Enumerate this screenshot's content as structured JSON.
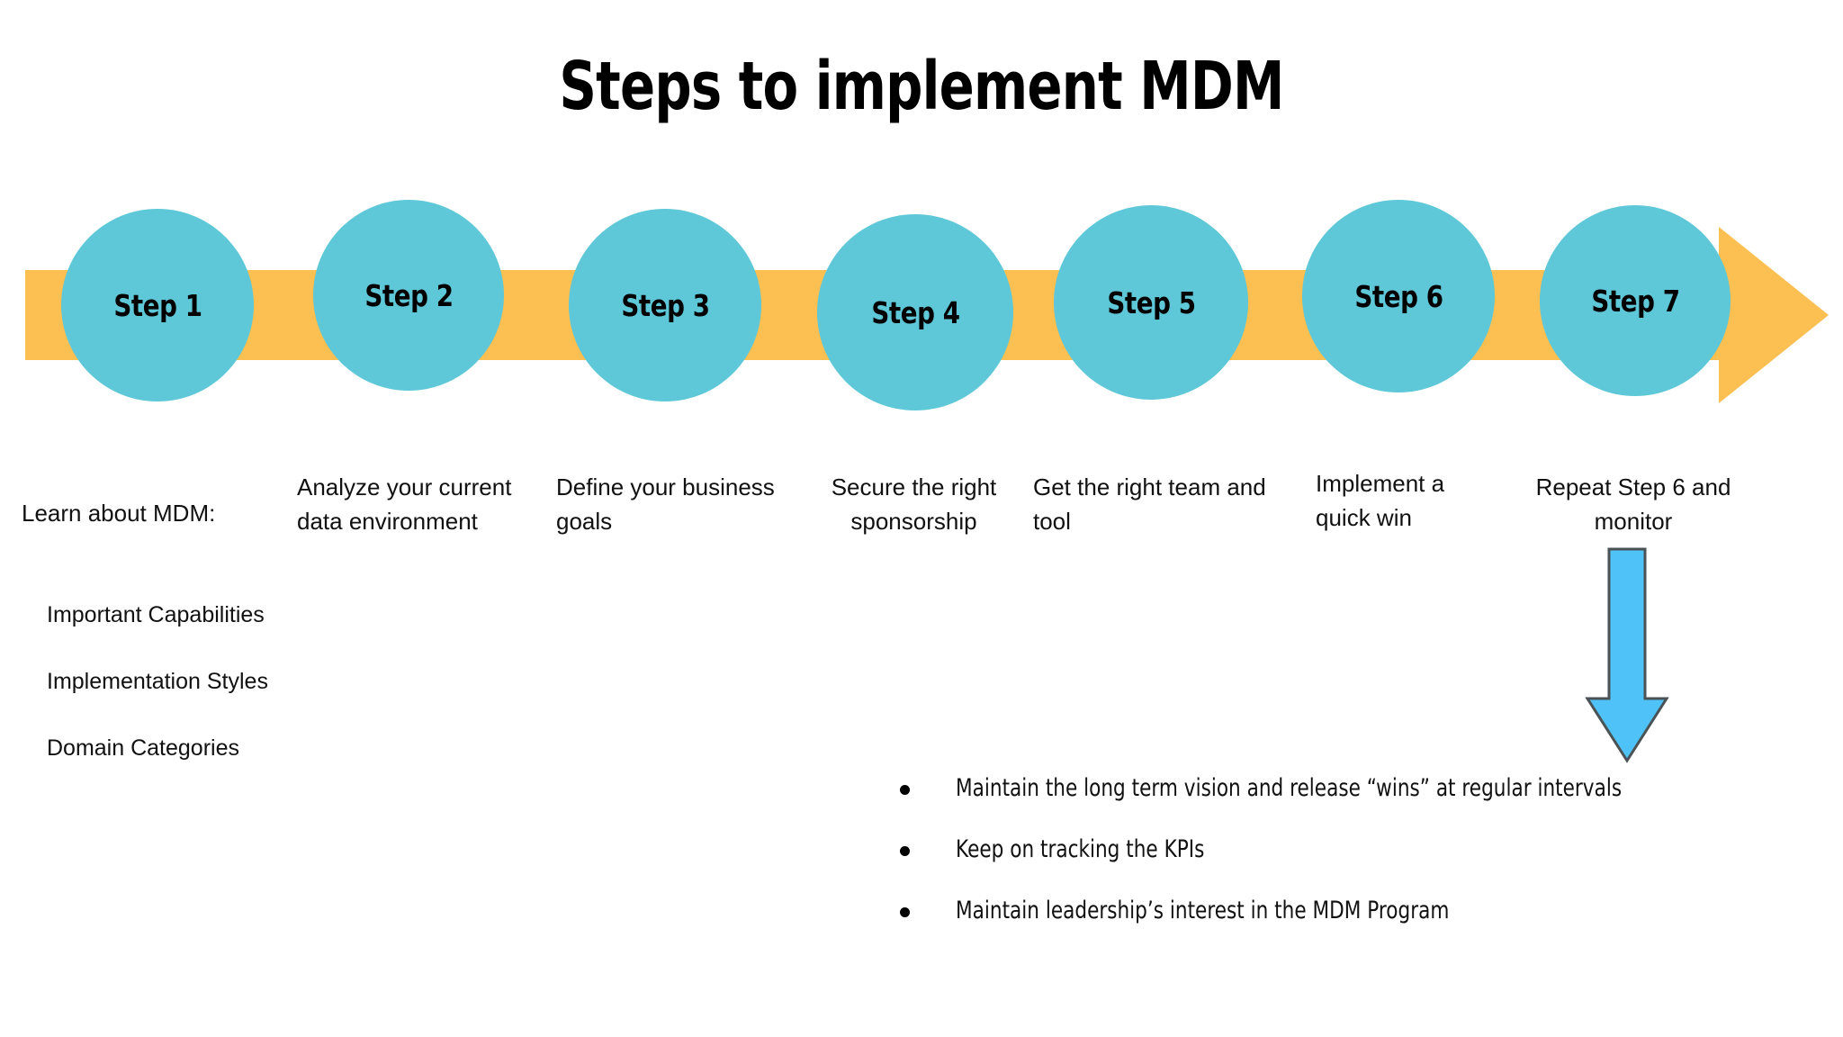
{
  "slide": {
    "title": "Steps to implement MDM",
    "background_color": "#FFFFFF"
  },
  "colors": {
    "circle_teal": "#5EC8D8",
    "band_yellow": "#FBBF52",
    "down_arrow_blue": "#4FC3F7",
    "down_arrow_outline": "#4A5255",
    "text_black": "#111111"
  },
  "process_arrow": {
    "name": "horizontal-process-arrow",
    "direction": "right",
    "steps": [
      {
        "badge": "Step 1",
        "caption": "Learn about MDM:",
        "align": "left",
        "sub_items": [
          "Important Capabilities",
          "Implementation Styles",
          "Domain Categories"
        ]
      },
      {
        "badge": "Step 2",
        "caption": "Analyze your current data environment",
        "align": "left",
        "sub_items": []
      },
      {
        "badge": "Step 3",
        "caption": "Define your business goals",
        "align": "left",
        "sub_items": []
      },
      {
        "badge": "Step 4",
        "caption": "Secure the right sponsorship",
        "align": "center",
        "sub_items": []
      },
      {
        "badge": "Step 5",
        "caption": "Get the right team and tool",
        "align": "left",
        "sub_items": []
      },
      {
        "badge": "Step 6",
        "caption": "Implement a quick win",
        "align": "left",
        "sub_items": []
      },
      {
        "badge": "Step 7",
        "caption": "Repeat Step 6 and monitor",
        "align": "center",
        "sub_items": []
      }
    ]
  },
  "down_arrow": {
    "name": "down-arrow",
    "points_to": "step-7-details"
  },
  "details": {
    "bullets": [
      "Maintain the long term vision and release “wins” at regular intervals",
      "Keep on tracking the KPIs",
      "Maintain leadership’s interest in the MDM Program"
    ]
  }
}
